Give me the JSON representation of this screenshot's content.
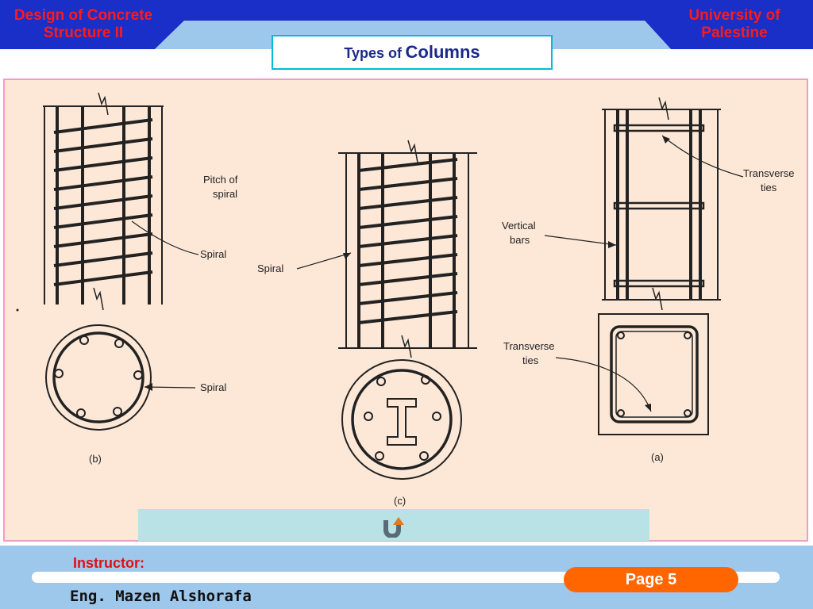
{
  "header": {
    "left_line1": "Design of Concrete",
    "left_line2": "Structure II",
    "right_line1": "University of",
    "right_line2": "Palestine",
    "title_word1": "Types of",
    "title_word2": "Columns"
  },
  "figure": {
    "label_pitch1": "Pitch of",
    "label_pitch2": "spiral",
    "label_spiral_b1": "Spiral",
    "label_spiral_b2": "Spiral",
    "label_spiral_c": "Spiral",
    "label_vertical1": "Vertical",
    "label_vertical2": "bars",
    "label_transverse_a1": "Transverse",
    "label_transverse_a2": "ties",
    "label_transverse_b1": "Transverse",
    "label_transverse_b2": "ties",
    "caption_b": "(b)",
    "caption_c": "(c)",
    "caption_a": "(a)"
  },
  "nav": {
    "icon": "u-turn-arrow-icon"
  },
  "footer": {
    "instructor_label": "Instructor:",
    "instructor_name": "Eng. Mazen Alshorafa",
    "page_label": "Page 5"
  },
  "colors": {
    "header_blue": "#1a2ec8",
    "title_red": "#ff1a1a",
    "content_bg": "#fde8d8",
    "content_border": "#f09cc8",
    "footer_blue": "#9ec7ec",
    "page_orange": "#ff6600"
  }
}
